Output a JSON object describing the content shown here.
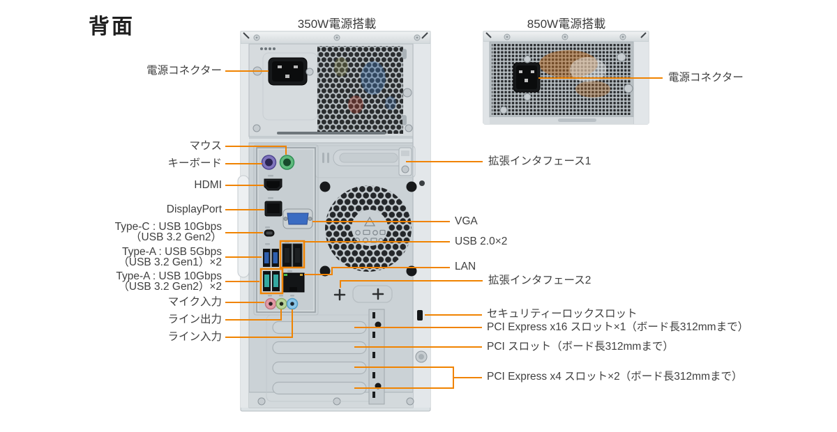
{
  "title": "背面",
  "captions": {
    "psu350": "350W電源搭載",
    "psu850": "850W電源搭載"
  },
  "left_labels": {
    "power_connector": "電源コネクター",
    "mouse": "マウス",
    "keyboard": "キーボード",
    "hdmi": "HDMI",
    "displayport": "DisplayPort",
    "usb_c_line1": "Type-C : USB 10Gbps",
    "usb_c_line2": "（USB 3.2 Gen2）",
    "usb_a5_line1": "Type-A : USB 5Gbps",
    "usb_a5_line2": "（USB 3.2 Gen1）×2",
    "usb_a10_line1": "Type-A : USB 10Gbps",
    "usb_a10_line2": "（USB 3.2 Gen2）×2",
    "mic_in": "マイク入力",
    "line_out": "ライン出力",
    "line_in": "ライン入力"
  },
  "right_labels": {
    "power_connector": "電源コネクター",
    "expansion1": "拡張インタフェース1",
    "vga": "VGA",
    "usb20": "USB 2.0×2",
    "lan": "LAN",
    "expansion2": "拡張インタフェース2",
    "security_lock": "セキュリティーロックスロット",
    "pcie_x16": "PCI Express x16 スロット×1（ボード長312mmまで）",
    "pci": "PCI スロット（ボード長312mmまで）",
    "pcie_x4": "PCI Express x4 スロット×2（ボード長312mmまで）"
  },
  "colors": {
    "accent_orange": "#F08300",
    "label_text": "#3f3f3f"
  }
}
